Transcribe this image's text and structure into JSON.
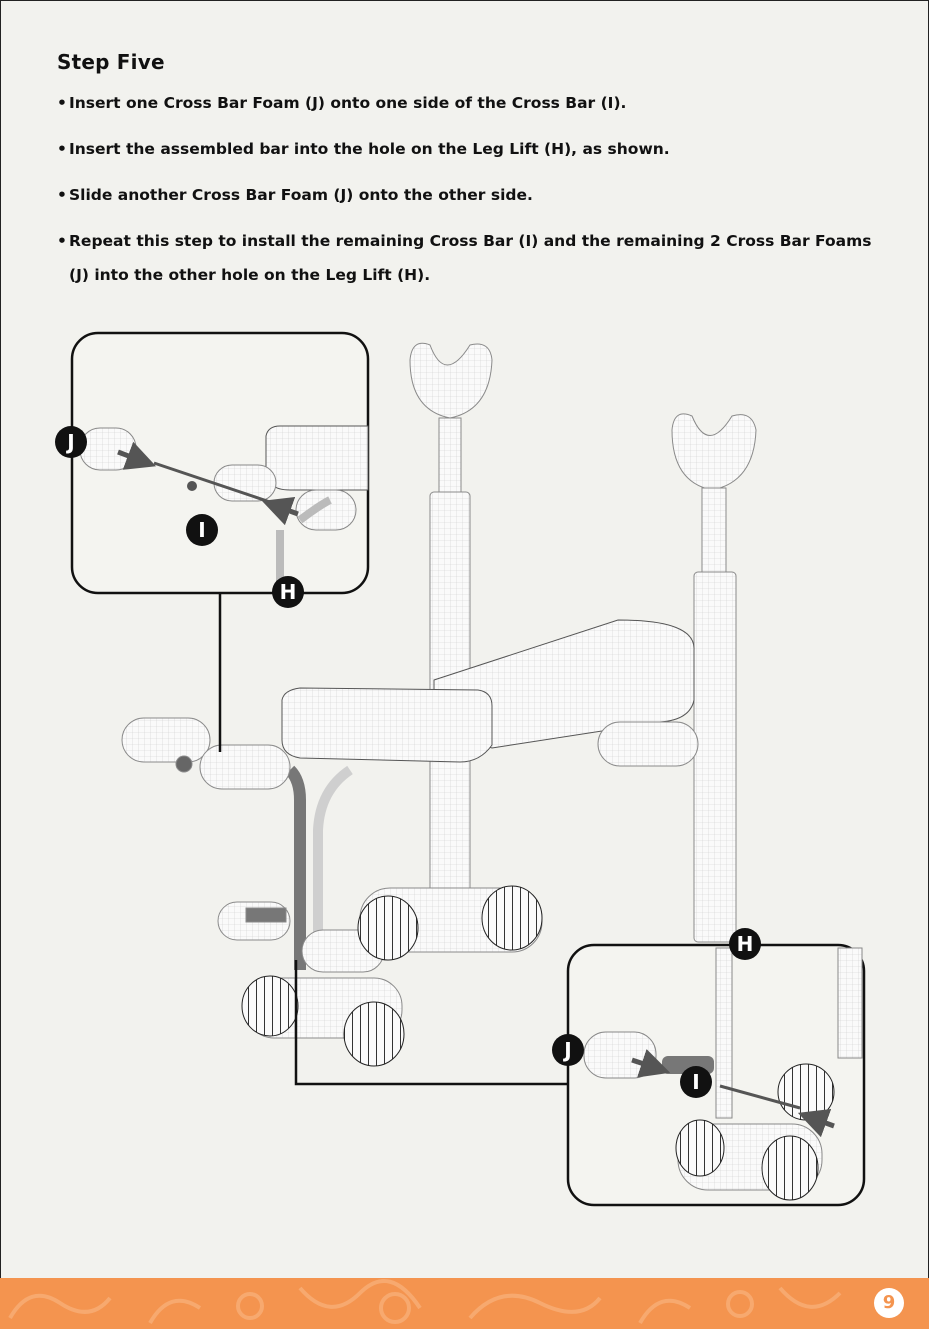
{
  "heading": "Step Five",
  "steps": [
    "Insert one Cross Bar Foam (J) onto one side of the Cross Bar (I).",
    "Insert the assembled bar into the hole on the Leg Lift (H), as shown.",
    "Slide another Cross Bar Foam (J) onto the other side.",
    "Repeat this step to install the remaining Cross Bar (I) and the remaining 2 Cross Bar Foams (J) into the other hole on the Leg Lift (H)."
  ],
  "callouts": {
    "top": {
      "j": "J",
      "i": "I",
      "h": "H"
    },
    "bottom": {
      "j": "J",
      "i": "I",
      "h": "H"
    }
  },
  "page_number": "9",
  "colors": {
    "accent": "#f4944f",
    "background": "#f2f2ee",
    "ink": "#111111"
  }
}
